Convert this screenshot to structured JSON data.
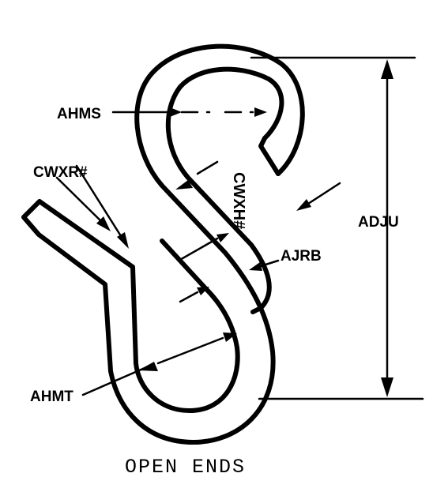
{
  "labels": {
    "inner_width_top": "AHMS",
    "wire_diameter_left": "CWXR#",
    "wire_diameter_right": "CWXH#",
    "gap": "AJRB",
    "overall_length": "ADJU",
    "inner_width_bottom": "AHMT"
  },
  "caption": "OPEN ENDS"
}
